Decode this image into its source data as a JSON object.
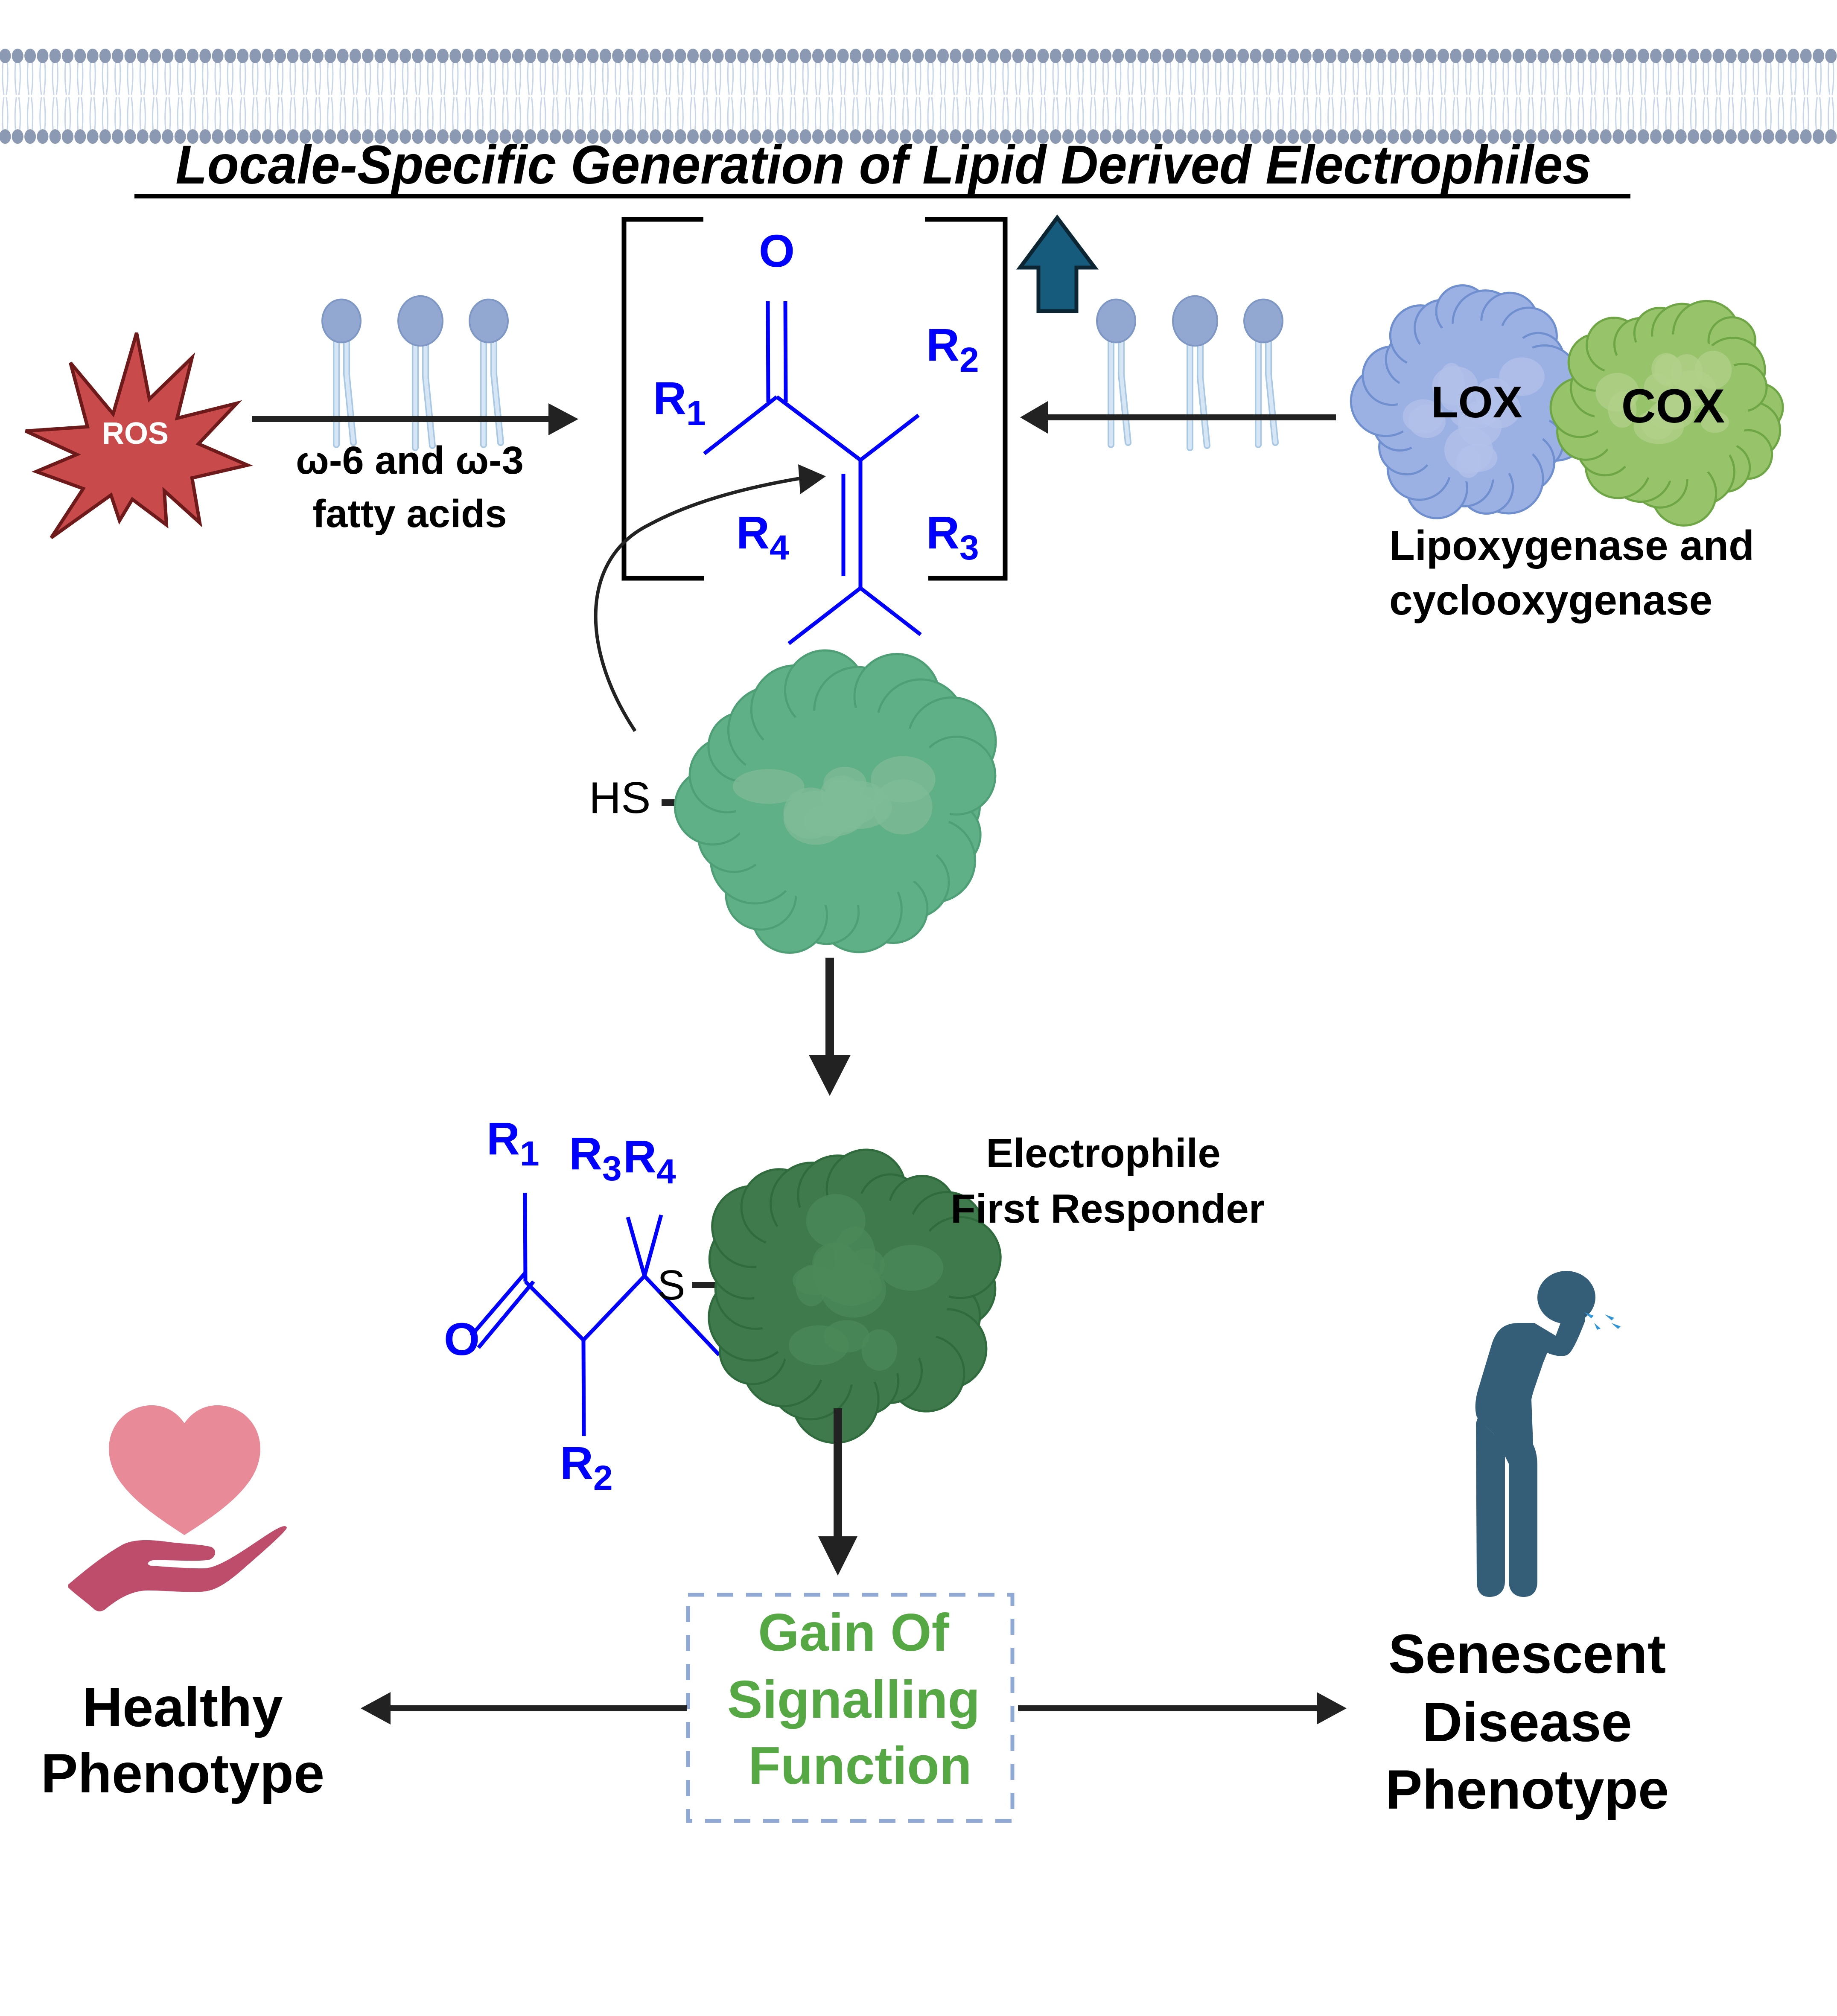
{
  "title": "Locale-Specific Generation of Lipid Derived Electrophiles",
  "colors": {
    "membrane_head": "#8b9ab2",
    "membrane_tail": "#c9d6ea",
    "lipid_head": "#93a8d1",
    "lipid_tail": "#d6e6f5",
    "ros_fill": "#c94a4a",
    "ros_stroke": "#6e1a1a",
    "chem_blue": "#0000ff",
    "up_arrow": "#175b7c",
    "up_arrow_stroke": "#0b2533",
    "lox_fill": "#9fb2e2",
    "cox_fill": "#98c46a",
    "protein1": "#5fb087",
    "protein2": "#3e7a4c",
    "gain_text": "#56a844",
    "gain_box": "#8fa8d4",
    "heart": "#e88a97",
    "hand": "#bd4d6b",
    "person": "#345e78",
    "sneeze": "#2f95d6"
  },
  "ros": {
    "label": "ROS"
  },
  "left_arrow": {
    "line1": "ω-6 and ω-3",
    "line2": "fatty acids"
  },
  "electrophile": {
    "oxygen": "O",
    "r1": "R",
    "r1_sub": "1",
    "r2": "R",
    "r2_sub": "2",
    "r3": "R",
    "r3_sub": "3",
    "r4": "R",
    "r4_sub": "4"
  },
  "enzymes": {
    "lox": "LOX",
    "cox": "COX",
    "caption_line1": "Lipoxygenase and",
    "caption_line2": "cyclooxygenase"
  },
  "thiol": {
    "label": "HS"
  },
  "adduct": {
    "oxygen": "O",
    "sulfur": "S",
    "r1": "R",
    "r1_sub": "1",
    "r2": "R",
    "r2_sub": "2",
    "r3": "R",
    "r3_sub": "3",
    "r4": "R",
    "r4_sub": "4"
  },
  "first_responder": {
    "line1": "Electrophile",
    "line2": "First Responder"
  },
  "gain_box": {
    "line1": "Gain Of",
    "line2": "Signalling",
    "line3": "Function"
  },
  "healthy": {
    "line1": "Healthy",
    "line2": "Phenotype"
  },
  "disease": {
    "line1": "Senescent",
    "line2": "Disease",
    "line3": "Phenotype"
  }
}
